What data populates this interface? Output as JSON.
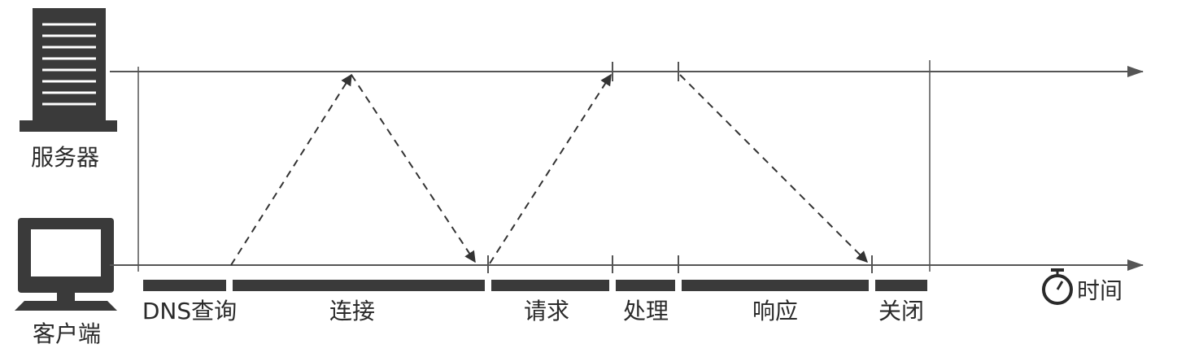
{
  "labels": {
    "server": "服务器",
    "client": "客户端",
    "time": "时间"
  },
  "icons": {
    "server": "server-icon",
    "client": "computer-monitor-icon",
    "time": "stopwatch-icon"
  },
  "phases": [
    {
      "key": "dns",
      "label": "DNS查询"
    },
    {
      "key": "connect",
      "label": "连接"
    },
    {
      "key": "request",
      "label": "请求"
    },
    {
      "key": "process",
      "label": "处理"
    },
    {
      "key": "response",
      "label": "响应"
    },
    {
      "key": "close",
      "label": "关闭"
    }
  ],
  "colors": {
    "line": "#555555",
    "bar": "#3a3a3a",
    "icon": "#3a3a3a",
    "text": "#2a2a2a"
  }
}
